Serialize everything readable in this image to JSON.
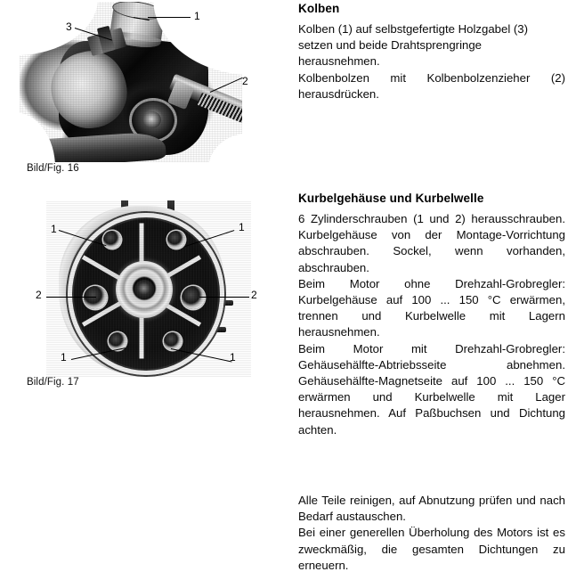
{
  "document": {
    "language": "de",
    "page_background": "#ffffff",
    "text_color": "#000000"
  },
  "figures": [
    {
      "id": "fig16",
      "caption": "Bild/Fig. 16",
      "subject": "engine-with-piston-photo",
      "callouts": [
        {
          "label": "1",
          "target": "piston"
        },
        {
          "label": "2",
          "target": "piston-pin-puller"
        },
        {
          "label": "3",
          "target": "wooden-fork"
        }
      ]
    },
    {
      "id": "fig17",
      "caption": "Bild/Fig. 17",
      "subject": "crankcase-face-photo",
      "callouts": [
        {
          "label": "1",
          "target": "cylinder-screw-top-left"
        },
        {
          "label": "1",
          "target": "cylinder-screw-top-right"
        },
        {
          "label": "2",
          "target": "cylinder-screw-mid-left"
        },
        {
          "label": "2",
          "target": "cylinder-screw-mid-right"
        },
        {
          "label": "1",
          "target": "cylinder-screw-bottom-left"
        },
        {
          "label": "1",
          "target": "cylinder-screw-bottom-right"
        }
      ]
    }
  ],
  "sections": [
    {
      "id": "kolben",
      "heading": "Kolben",
      "paragraphs": [
        "Kolben (1) auf selbstgefertigte Holzgabel (3) setzen und beide Drahtsprengringe herausnehmen.",
        "Kolbenbolzen mit Kolbenbolzenzieher (2) herausdrücken."
      ]
    },
    {
      "id": "kurbelgehaeuse",
      "heading": "Kurbelgehäuse und Kurbelwelle",
      "paragraphs": [
        "6 Zylinderschrauben (1 und 2) herausschrauben. Kurbelgehäuse von der Montage-Vorrichtung abschrauben. Sockel, wenn vorhanden, abschrauben.",
        "Beim Motor ohne Drehzahl-Grobregler: Kurbelgehäuse auf 100 ... 150 °C erwärmen, trennen und Kurbelwelle mit Lagern herausnehmen.",
        "Beim Motor mit Drehzahl-Grobregler: Gehäusehälfte-Abtriebsseite abnehmen. Gehäusehälfte-Magnetseite auf 100 ... 150 °C erwärmen und Kurbelwelle mit Lager herausnehmen. Auf Paßbuchsen und Dichtung achten."
      ]
    },
    {
      "id": "allgemein",
      "heading": "",
      "paragraphs": [
        "Alle Teile reinigen, auf Abnutzung prüfen und nach Bedarf austauschen.",
        "Bei einer generellen Überholung des Motors ist es zweckmäßig, die gesamten Dichtungen zu erneuern."
      ]
    }
  ]
}
